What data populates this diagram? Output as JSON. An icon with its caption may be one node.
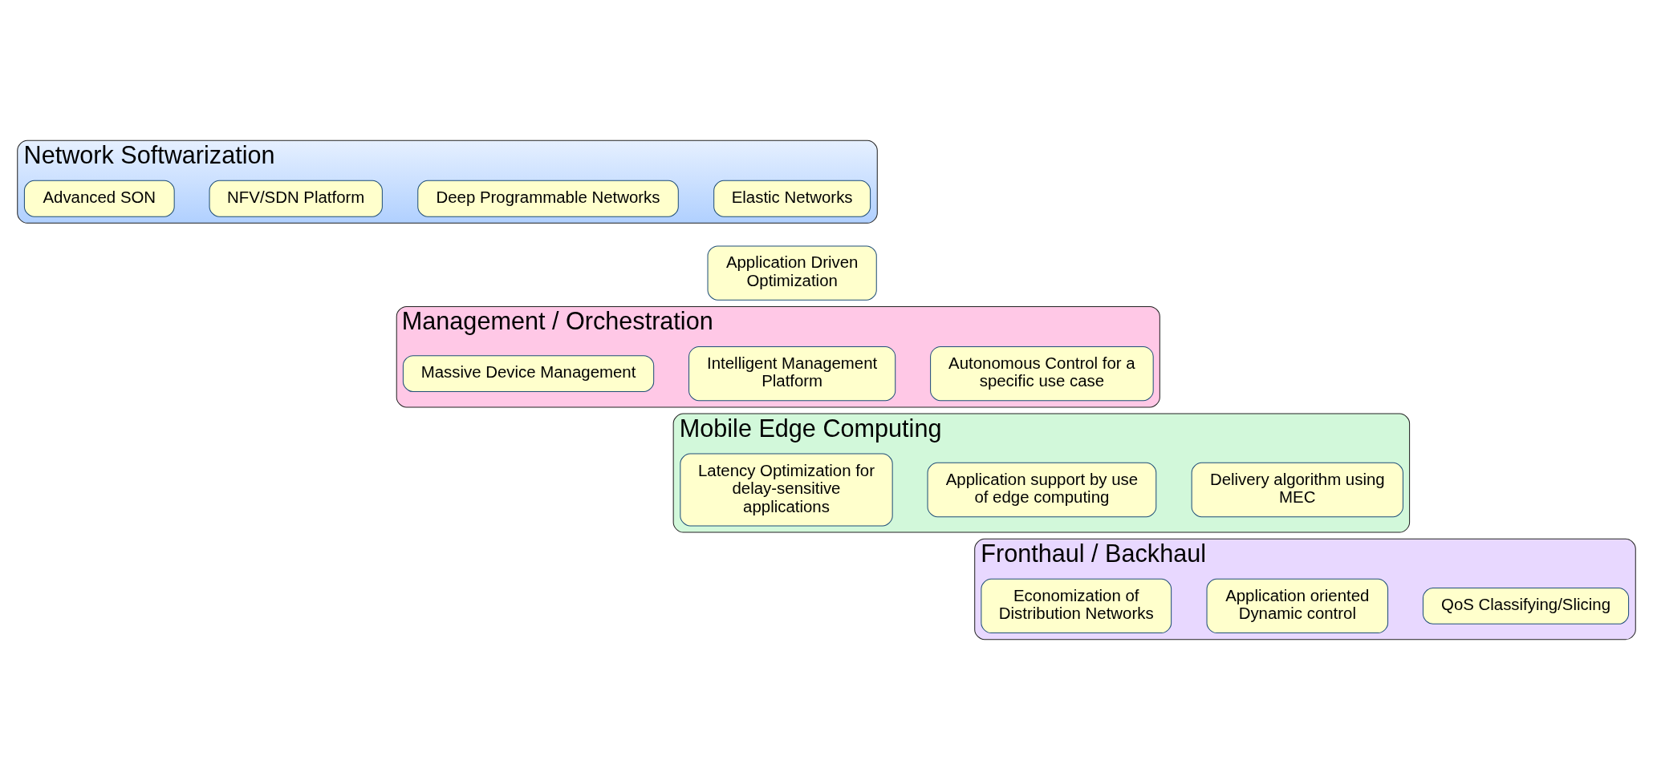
{
  "diagram": {
    "nodes": [
      {
        "text": [
          "Network Softwarization"
        ]
      },
      {
        "text": [
          "Elastic Networks"
        ],
        "in": 0
      },
      {
        "text": [
          "Deep Programmable Networks"
        ],
        "in": 0
      },
      {
        "text": [
          "NFV/SDN Platform"
        ],
        "in": 0
      },
      {
        "text": [
          "Advanced SON"
        ],
        "in": 0
      },
      {
        "text": [
          "Application Driven Optimization"
        ]
      },
      {
        "text": [
          "Management / Orchestration"
        ]
      },
      {
        "text": [
          "Autonomous Control for a specific use case"
        ],
        "in": 6
      },
      {
        "text": [
          "Intelligent Management Platform"
        ],
        "in": 6
      },
      {
        "text": [
          "Massive Device Management"
        ],
        "in": 6
      },
      {
        "text": [
          "Mobile Edge Computing"
        ]
      },
      {
        "text": [
          "Delivery algorithm using MEC"
        ],
        "in": 10
      },
      {
        "text": [
          "Application support by use of edge computing"
        ],
        "in": 10
      },
      {
        "text": [
          "Latency Optimization for delay-sensitive applications"
        ],
        "in": 10
      },
      {
        "text": [
          "Fronthaul / Backhaul"
        ]
      },
      {
        "text": [
          "QoS Classifying/Slicing"
        ],
        "in": 14
      },
      {
        "text": [
          "Application oriented Dynamic control"
        ],
        "in": 14
      },
      {
        "text": [
          "Economization of Distribution Networks"
        ],
        "in": 14
      }
    ]
  }
}
